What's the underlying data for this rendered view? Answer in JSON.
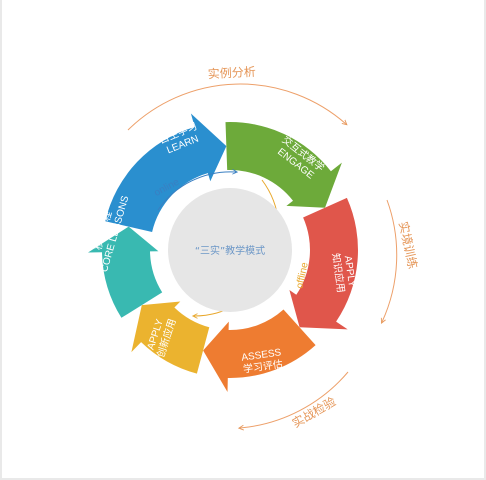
{
  "diagram": {
    "center_text": "“三实”教学模式",
    "inner_loops": {
      "online": "online",
      "offline": "offline"
    },
    "outer_labels": [
      {
        "id": "case-analysis",
        "text": "实例分析"
      },
      {
        "id": "realistic-training",
        "text": "实境训练"
      },
      {
        "id": "practical-test",
        "text": "实战检验"
      }
    ],
    "segments": [
      {
        "id": "learn",
        "cn": "自主学习",
        "en": "LEARN",
        "color": "#2a8fcf"
      },
      {
        "id": "engage",
        "cn": "交互式教学",
        "en": "ENGAGE",
        "color": "#6daa3a"
      },
      {
        "id": "apply-knowledge",
        "cn": "知识应用",
        "en": "APPLY",
        "color": "#e0564b"
      },
      {
        "id": "assess",
        "cn": "学习评估",
        "en": "ASSESS",
        "color": "#ee7c31"
      },
      {
        "id": "apply-innovation",
        "cn": "创新应用",
        "en": "APPLY",
        "color": "#ebb32f"
      },
      {
        "id": "core-lessons",
        "cn": "核心课程",
        "en": "CORE LESSONS",
        "color": "#39b9b1"
      }
    ]
  }
}
